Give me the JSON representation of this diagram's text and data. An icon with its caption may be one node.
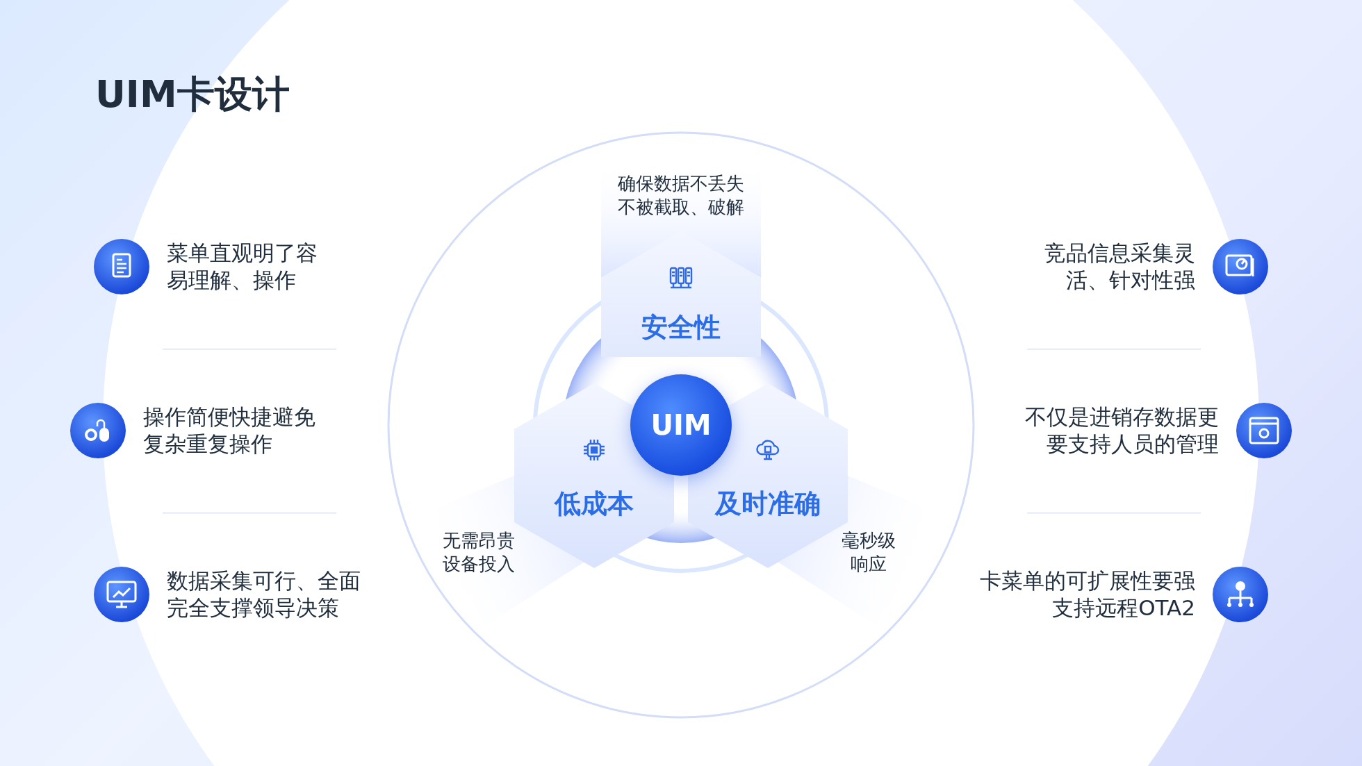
{
  "diagram": {
    "title": "UIM卡设计",
    "nodes": [
      {
        "text": [
          "UIM"
        ]
      },
      {
        "text": [
          "安全性"
        ],
        "beside": [
          "确保数据不丢失不被截取、破解"
        ]
      },
      {
        "text": [
          "低成本"
        ],
        "beside": [
          "无需昂贵设备投入"
        ]
      },
      {
        "text": [
          "及时准确"
        ],
        "beside": [
          "毫秒级响应"
        ]
      }
    ],
    "labels": [
      "菜单直观明了容易理解、操作",
      "竞品信息采集灵活、针对性强",
      "操作简便快捷避免复杂重复操作",
      "不仅是进销存数据更要支持人员的管理",
      "数据采集可行、全面完全支撑领导决策",
      "卡菜单的可扩展性要强支持远程OTA2"
    ]
  }
}
